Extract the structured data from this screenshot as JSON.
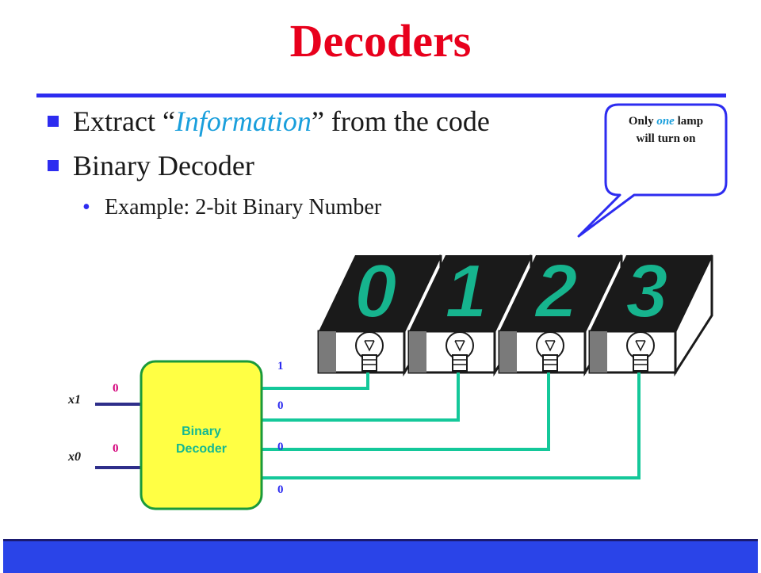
{
  "slide": {
    "title": "Decoders",
    "bullets": [
      {
        "before": "Extract “",
        "emph": "Information",
        "after": "” from the code"
      },
      {
        "text": "Binary Decoder"
      }
    ],
    "sub_bullets": [
      {
        "text": "Example: 2-bit Binary Number"
      }
    ]
  },
  "callout": {
    "before": "Only ",
    "emph": "one",
    "after": " lamp",
    "line2": "will turn on"
  },
  "decoder": {
    "label_line1": "Binary",
    "label_line2": "Decoder"
  },
  "inputs": [
    {
      "name": "x1",
      "value": "0"
    },
    {
      "name": "x0",
      "value": "0"
    }
  ],
  "outputs": [
    "1",
    "0",
    "0",
    "0"
  ],
  "displays": [
    "0",
    "1",
    "2",
    "3"
  ],
  "colors": {
    "title": "#e8001c",
    "rule": "#2d2cf0",
    "emphasis": "#1a9fdc",
    "wire": "#14c89a",
    "input_wire": "#2e2e8a",
    "decoder_fill": "#ffff44",
    "decoder_border": "#1a9a3a",
    "digit": "#16b48e",
    "footer": "#2a44e8"
  }
}
